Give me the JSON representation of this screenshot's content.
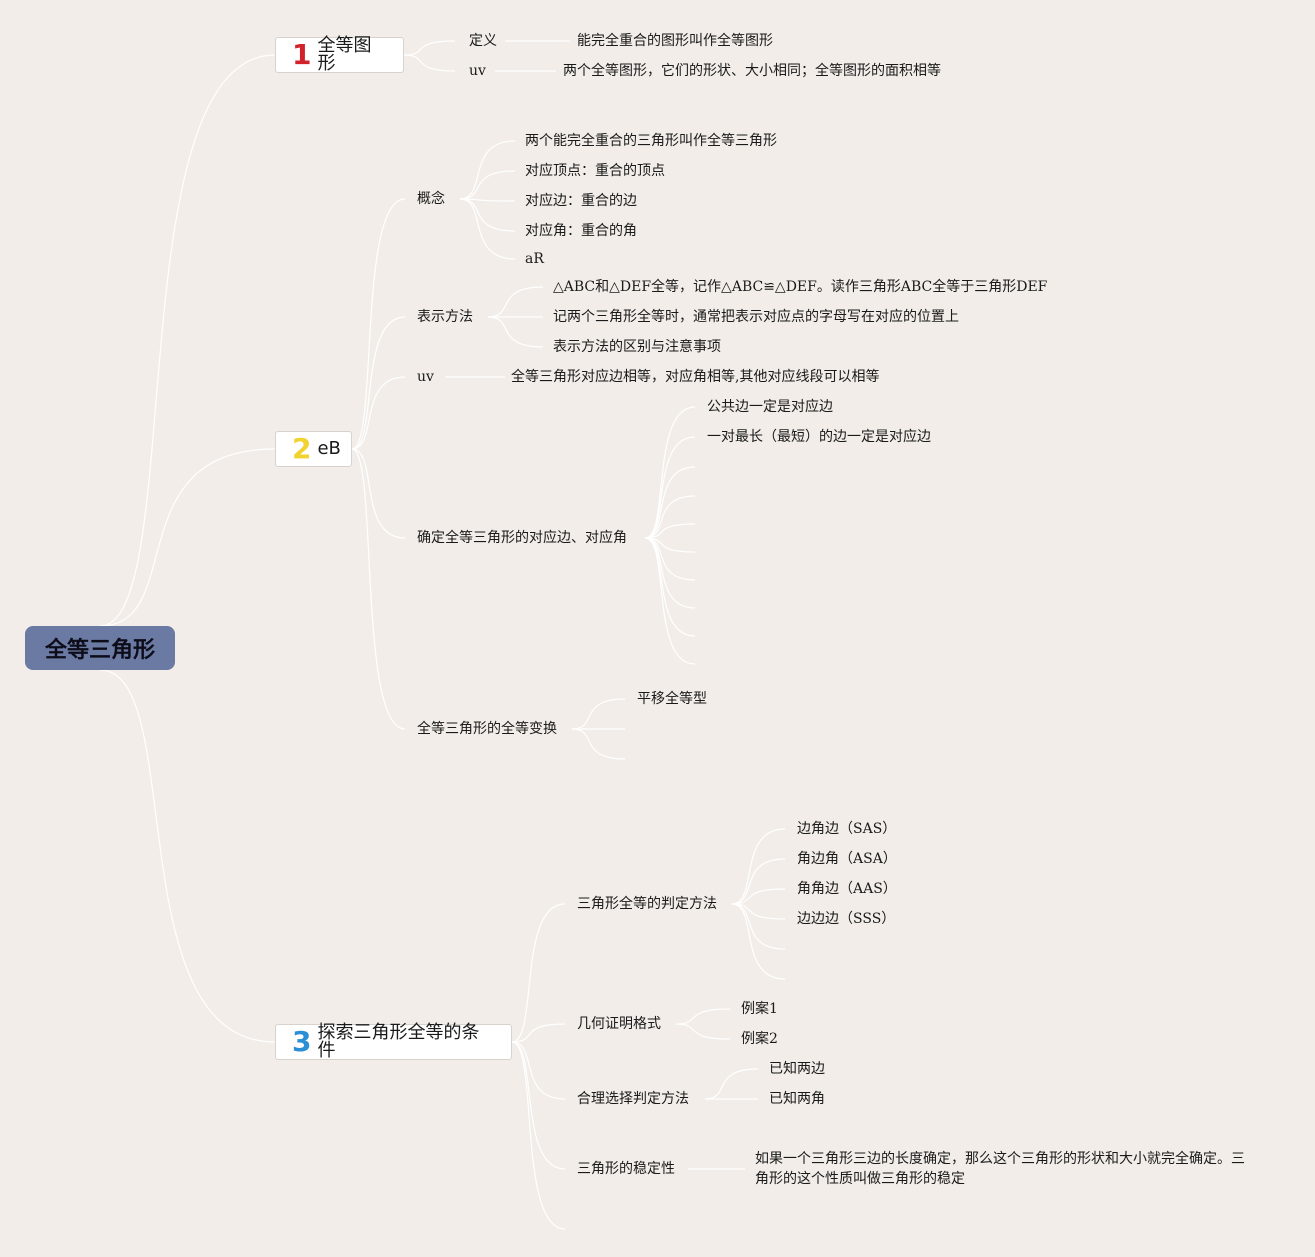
{
  "root": "全等三角形",
  "topic1": {
    "num": "1",
    "num_color": "#d2232a",
    "label": "全等图形",
    "rows": [
      {
        "key": "定义",
        "value": "能完全重合的图形叫作全等图形"
      },
      {
        "key": "uv",
        "value": "两个全等图形，它们的形状、大小相同；全等图形的面积相等"
      }
    ]
  },
  "topic2": {
    "num": "2",
    "num_color": "#f2d22e",
    "label": "eB",
    "concept": {
      "label": "概念",
      "items": [
        "两个能完全重合的三角形叫作全等三角形",
        "对应顶点：重合的顶点",
        "对应边：重合的边",
        "对应角：重合的角",
        "aR"
      ]
    },
    "notation": {
      "label": "表示方法",
      "items": [
        "△ABC和△DEF全等，记作△ABC≌△DEF。读作三角形ABC全等于三角形DEF",
        "记两个三角形全等时，通常把表示对应点的字母写在对应的位置上",
        "表示方法的区别与注意事项"
      ]
    },
    "property": {
      "key": "uv",
      "value": "全等三角形对应边相等，对应角相等,其他对应线段可以相等"
    },
    "determine": {
      "label": "确定全等三角形的对应边、对应角",
      "items": [
        "公共边一定是对应边",
        "一对最长（最短）的边一定是对应边"
      ]
    },
    "transform": {
      "label": "全等三角形的全等变换",
      "items": [
        "平移全等型"
      ]
    }
  },
  "topic3": {
    "num": "3",
    "num_color": "#2a8fd4",
    "label": "探索三角形全等的条件",
    "criteria": {
      "label": "三角形全等的判定方法",
      "items": [
        "边角边（SAS）",
        "角边角（ASA）",
        "角角边（AAS）",
        "边边边（SSS）"
      ]
    },
    "proof": {
      "label": "几何证明格式",
      "items": [
        "例案1",
        "例案2"
      ]
    },
    "choose": {
      "label": "合理选择判定方法",
      "items": [
        "已知两边",
        "已知两角"
      ]
    },
    "stability": {
      "label": "三角形的稳定性",
      "text": "如果一个三角形三边的长度确定，那么这个三角形的形状和大小就完全确定。三角形的这个性质叫做三角形的稳定"
    }
  }
}
